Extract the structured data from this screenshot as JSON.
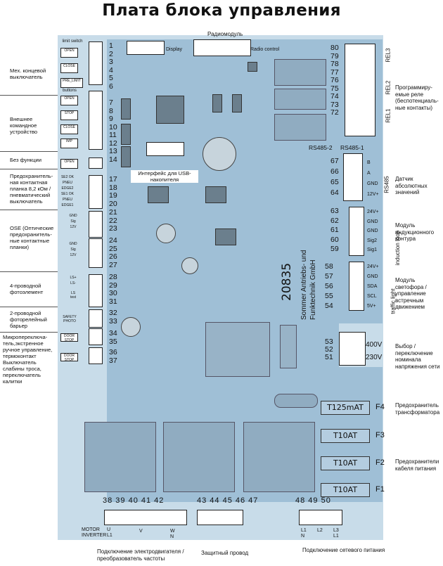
{
  "title": "Плата блока управления",
  "top_labels": {
    "radio_module": "Радиомодуль",
    "display": "Display",
    "radio_control": "Radio control",
    "usb_interface": "Интерфейс для USB-накопителя",
    "rs485_2": "RS485-2",
    "rs485_1": "RS485-1"
  },
  "left_labels": {
    "mech_limit": "Мех. концевой выключатель",
    "external_cmd": "Внешнее командное устройство",
    "no_function": "Без функции",
    "safety_edge": "Предохранитель-ная контактная планка 8,2 кОм / пневматический выключатель",
    "ose": "OSE (Оптические предохранитель-ные контактные планки)",
    "photo4": "4-проводной фотоэлемент",
    "photo2": "2-проводной фоторелейный барьер",
    "micro_switch": "Микропереключа-тель,экстренное ручное управление, термоконтакт Выключатель слабины троса, переключатель калитки"
  },
  "right_labels": {
    "relays": "Программиру-емые реле (беспотенциаль-ные контакты)",
    "abs_sensor": "Датчик абсолютных значений",
    "induction": "Модуль индукционного контура",
    "traffic": "Модуль светофора / управление встречным движением",
    "voltage": "Выбор / переключение номинала напряжения сети",
    "fuse_trafo": "Предохранитель трансформатора",
    "fuse_power": "Предохранители кабеля питания"
  },
  "bottom_labels": {
    "motor": "Подключение электродвигателя / преобразователь частоты",
    "protective": "Защитный провод",
    "mains": "Подключение сетевого питания",
    "motor_inverter": "MOTOR INVERTER"
  },
  "left_pins": [
    "1",
    "2",
    "3",
    "4",
    "5",
    "6",
    "7",
    "8",
    "9",
    "10",
    "11",
    "12",
    "13",
    "14",
    "17",
    "18",
    "19",
    "20",
    "21",
    "22",
    "23",
    "24",
    "25",
    "26",
    "27",
    "28",
    "29",
    "30",
    "31",
    "32",
    "33",
    "34",
    "35",
    "36",
    "37"
  ],
  "right_pins_top": [
    "80",
    "79",
    "78",
    "77",
    "76",
    "75",
    "74",
    "73",
    "72"
  ],
  "rs485_pins": [
    "67",
    "66",
    "65",
    "64"
  ],
  "rs485_terms": [
    "B",
    "A",
    "GND",
    "12V+"
  ],
  "rs485_name": "RS485",
  "induction_pins": [
    "63",
    "62",
    "61",
    "60",
    "59"
  ],
  "induction_terms": [
    "24V+",
    "GND",
    "GND",
    "Sig2",
    "Sig1"
  ],
  "induction_name": "induction loop",
  "traffic_pins": [
    "58",
    "57",
    "56",
    "55",
    "54"
  ],
  "traffic_terms": [
    "24V+",
    "GND",
    "SDA",
    "SCL",
    "5V+"
  ],
  "traffic_name": "traffic light",
  "voltage_pins": [
    "53",
    "52",
    "51"
  ],
  "voltage_options": [
    "400V",
    "230V"
  ],
  "relay_names": [
    "REL3",
    "REL2",
    "REL1"
  ],
  "fuses": [
    "T125mAT",
    "T10AT",
    "T10AT",
    "T10AT"
  ],
  "fuse_ids": [
    "F4",
    "F3",
    "F2",
    "F1"
  ],
  "bottom_pins": {
    "motor": "38 39 40 41 42",
    "protective": "43 44 45 46 47",
    "mains": "48 49 50"
  },
  "motor_terms": [
    "U",
    "L1",
    "V",
    "W",
    "N"
  ],
  "mains_terms": [
    "L1",
    "N",
    "L2",
    "L3",
    "L1"
  ],
  "board_id": "20835",
  "maker": "Sommer Antriebs- und Funktechnik GmbH",
  "connector_blocks": [
    "limit switch",
    "OPEN",
    "CLOSE",
    "PRE_LIMIT",
    "buttons",
    "OPEN",
    "STOP",
    "CLOSE",
    "IMP",
    "OPEN",
    "SE2 OK",
    "PNEU",
    "EDGE2",
    "SE1 OK",
    "PNEU",
    "EDGE1",
    "GND",
    "Sig",
    "12V",
    "GND",
    "Sig",
    "12V",
    "LS+",
    "LS-",
    "LS test",
    "SAFETY PHOTO",
    "DOOR STOP",
    "DOOR STOP"
  ]
}
